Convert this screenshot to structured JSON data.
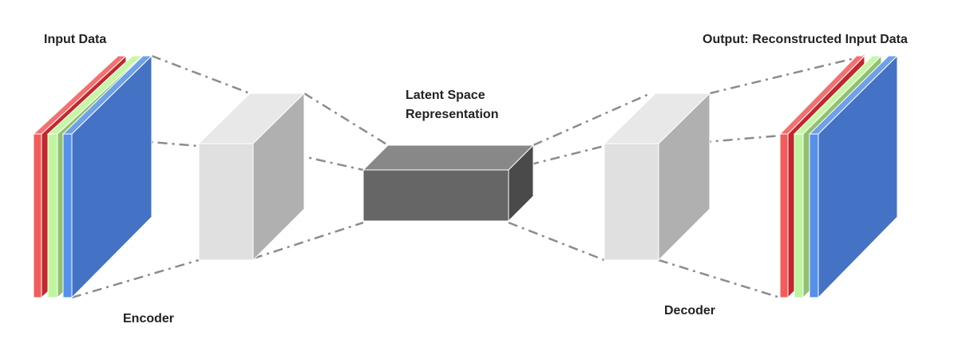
{
  "labels": {
    "input": "Input Data",
    "encoder": "Encoder",
    "latent_line1": "Latent Space",
    "latent_line2": "Representation",
    "decoder": "Decoder",
    "output": "Output: Reconstructed Input Data"
  },
  "colors": {
    "red": "#f25c5c",
    "green": "#bff5a0",
    "blue": "#4472c4",
    "light_blue": "#6fa0ea",
    "block_front": "#e0e0e0",
    "block_side": "#b0b0b0",
    "latent_front": "#666666",
    "connector": "#8c8c8c"
  }
}
